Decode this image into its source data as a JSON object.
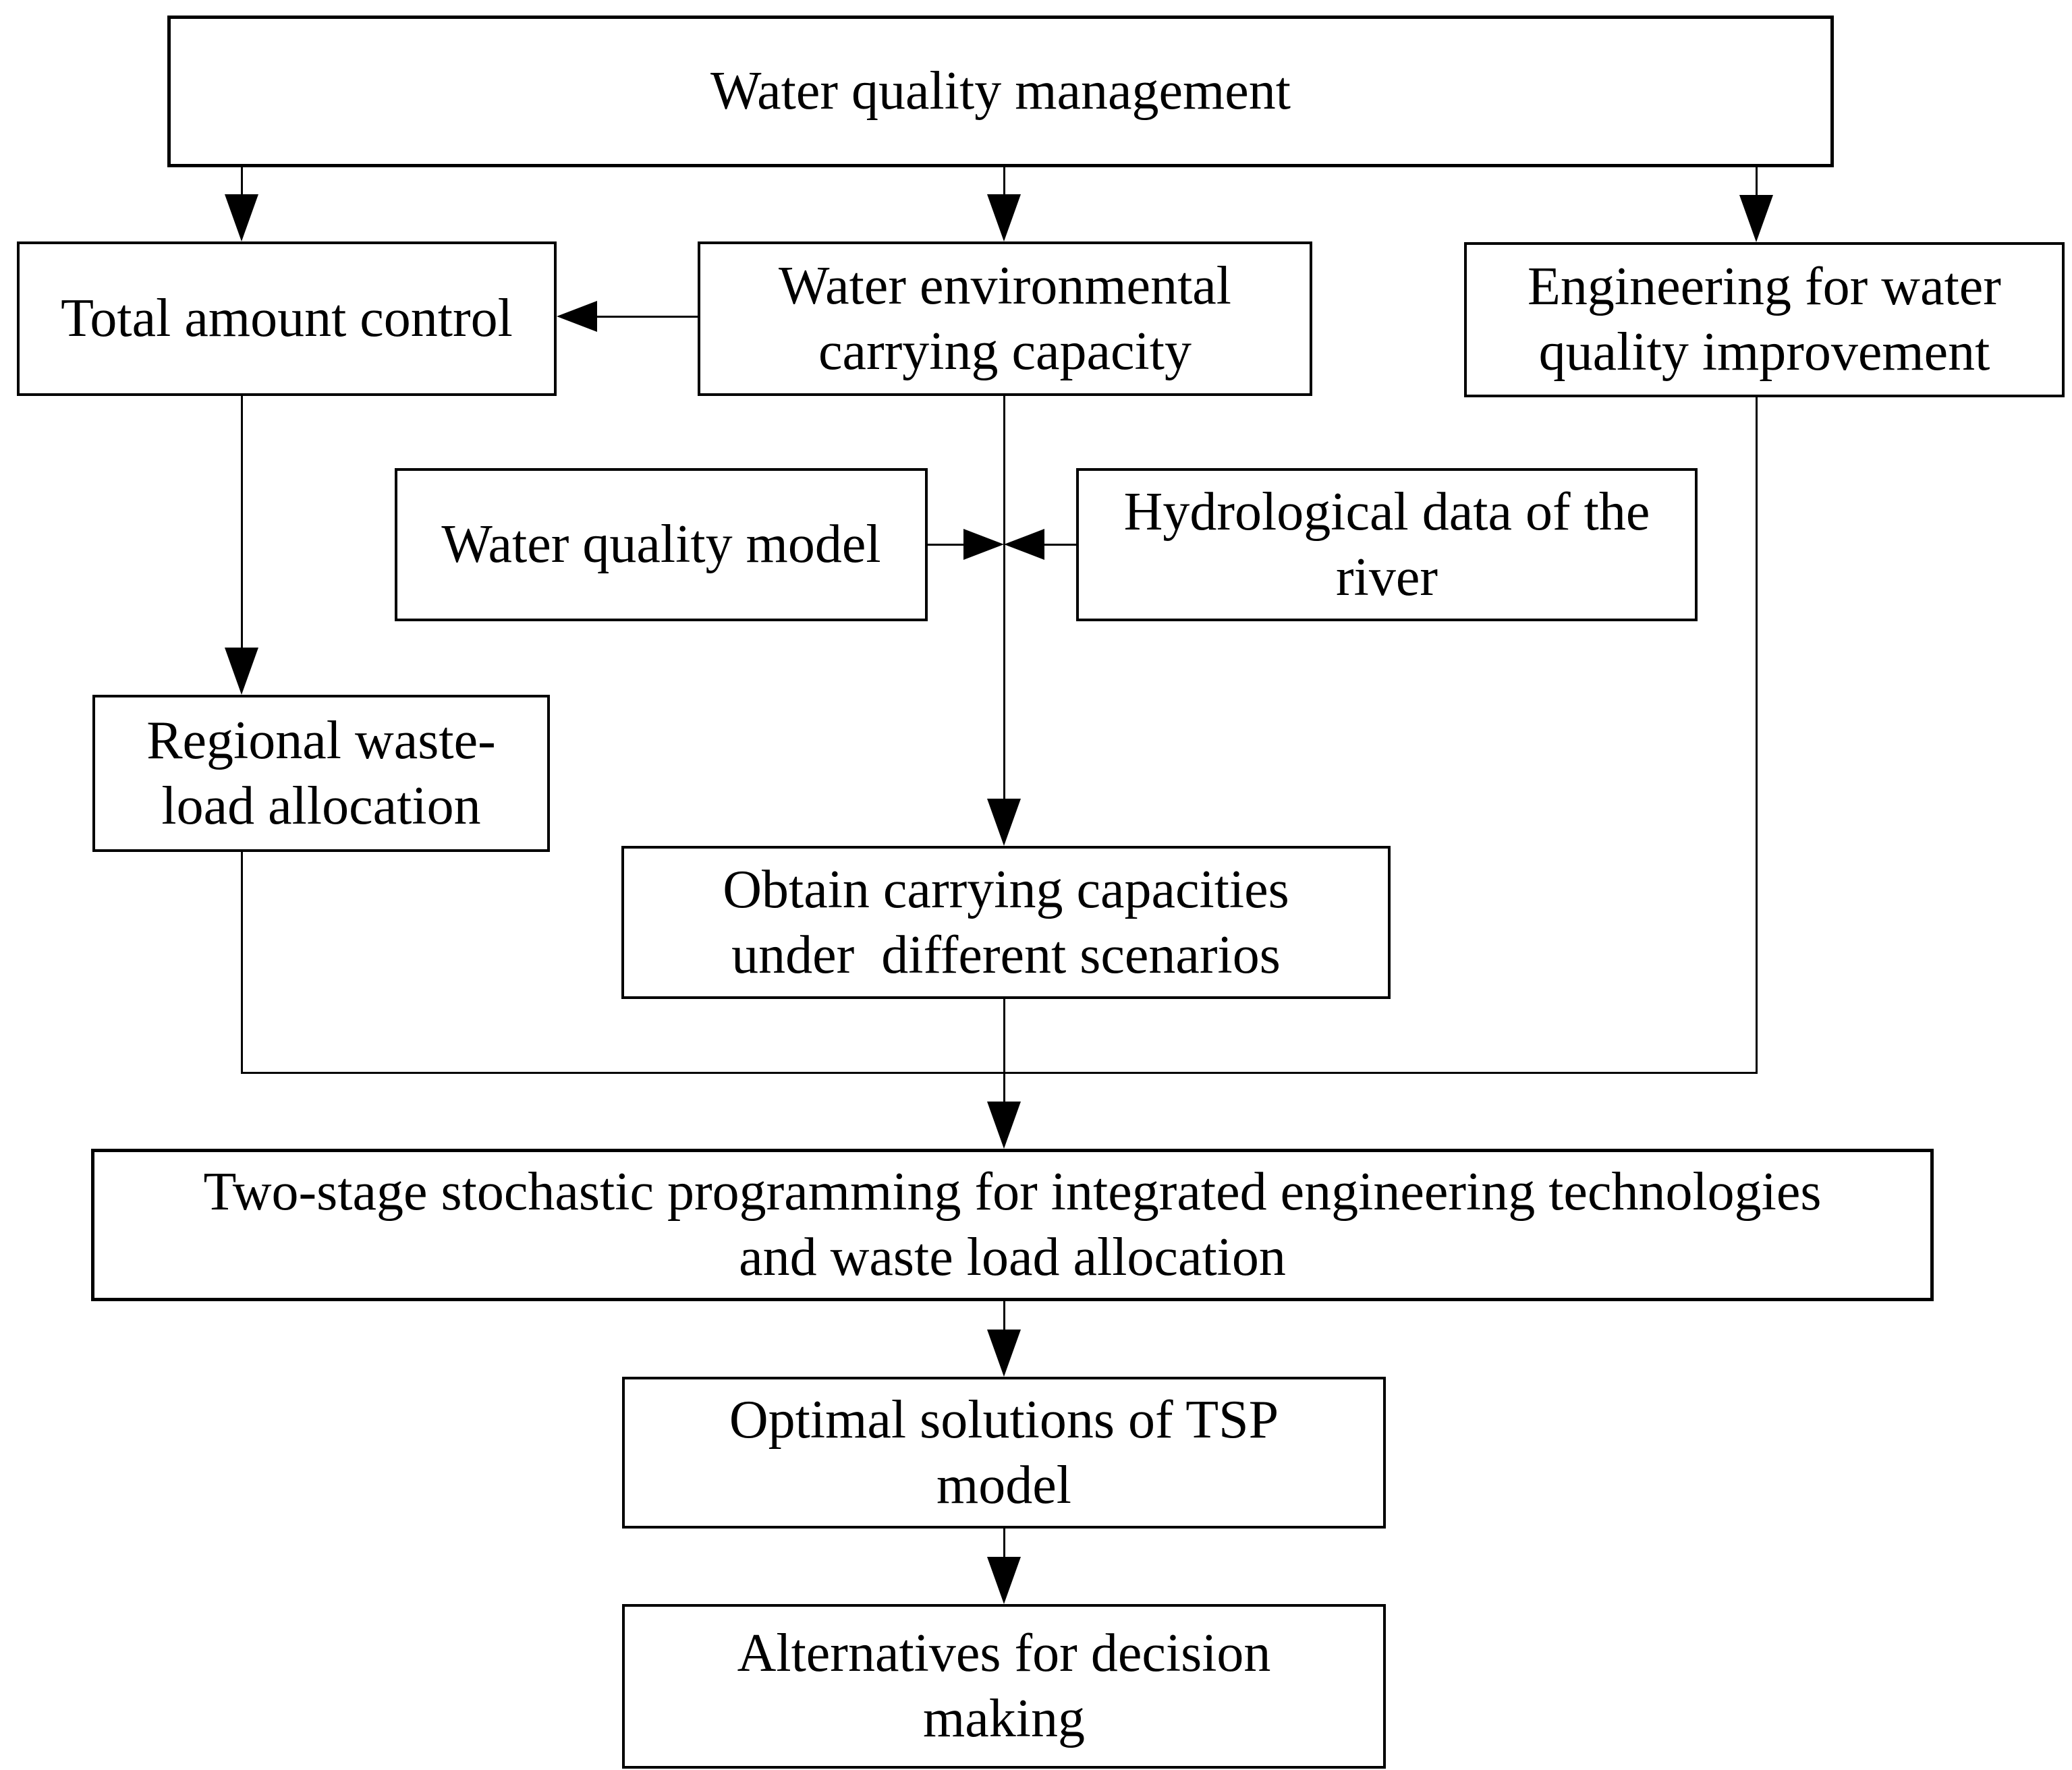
{
  "diagram": {
    "type": "flowchart",
    "colors": {
      "ink": "#000000",
      "background": "#ffffff"
    },
    "nodes": {
      "water_quality_management": {
        "lines": [
          "Water quality management"
        ]
      },
      "total_amount_control": {
        "lines": [
          "Total amount control"
        ]
      },
      "water_environmental_carrying_capacity": {
        "lines": [
          "Water environmental",
          "carrying capacity"
        ]
      },
      "engineering_for_water_quality_improvement": {
        "lines": [
          "Engineering for water",
          "quality improvement"
        ]
      },
      "water_quality_model": {
        "lines": [
          "Water quality model"
        ]
      },
      "hydrological_data_of_the_river": {
        "lines": [
          "Hydrological data of the",
          "river"
        ]
      },
      "regional_waste_load_allocation": {
        "lines": [
          "Regional waste-",
          "load allocation"
        ]
      },
      "obtain_carrying_capacities": {
        "lines": [
          "Obtain carrying capacities",
          "under  different scenarios"
        ]
      },
      "two_stage_stochastic_programming": {
        "lines": [
          "Two-stage stochastic programming for integrated engineering technologies",
          "and waste load allocation"
        ]
      },
      "optimal_solutions_of_tsp_model": {
        "lines": [
          "Optimal solutions of TSP",
          "model"
        ]
      },
      "alternatives_for_decision_making": {
        "lines": [
          "Alternatives for decision",
          "making"
        ]
      }
    },
    "edges": [
      {
        "from": "water_quality_management",
        "to": "total_amount_control"
      },
      {
        "from": "water_quality_management",
        "to": "water_environmental_carrying_capacity"
      },
      {
        "from": "water_quality_management",
        "to": "engineering_for_water_quality_improvement"
      },
      {
        "from": "water_environmental_carrying_capacity",
        "to": "total_amount_control"
      },
      {
        "from": "total_amount_control",
        "to": "regional_waste_load_allocation"
      },
      {
        "from": "water_quality_model",
        "to": "carrying_capacity_line_junction"
      },
      {
        "from": "hydrological_data_of_the_river",
        "to": "carrying_capacity_line_junction"
      },
      {
        "from": "water_environmental_carrying_capacity",
        "to": "obtain_carrying_capacities"
      },
      {
        "from": "regional_waste_load_allocation",
        "to": "two_stage_stochastic_programming"
      },
      {
        "from": "engineering_for_water_quality_improvement",
        "to": "two_stage_stochastic_programming"
      },
      {
        "from": "obtain_carrying_capacities",
        "to": "two_stage_stochastic_programming"
      },
      {
        "from": "two_stage_stochastic_programming",
        "to": "optimal_solutions_of_tsp_model"
      },
      {
        "from": "optimal_solutions_of_tsp_model",
        "to": "alternatives_for_decision_making"
      }
    ]
  }
}
